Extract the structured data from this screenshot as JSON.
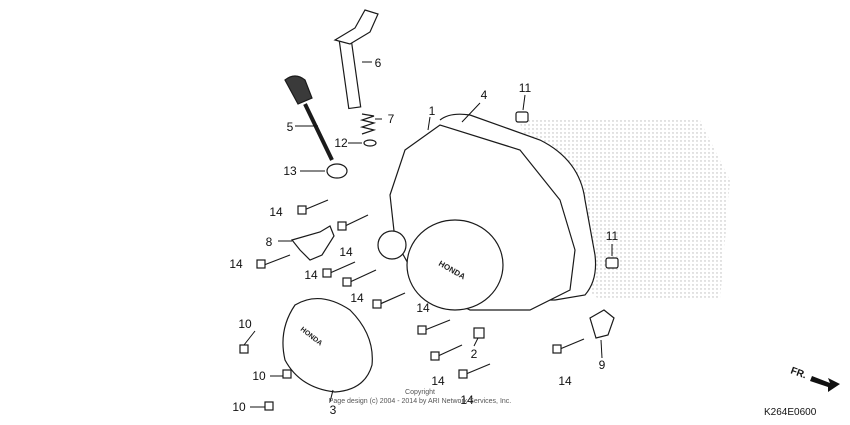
{
  "callouts": [
    {
      "id": "c1",
      "label": "1"
    },
    {
      "id": "c2",
      "label": "2"
    },
    {
      "id": "c3",
      "label": "3"
    },
    {
      "id": "c4",
      "label": "4"
    },
    {
      "id": "c5",
      "label": "5"
    },
    {
      "id": "c6",
      "label": "6"
    },
    {
      "id": "c7",
      "label": "7"
    },
    {
      "id": "c8",
      "label": "8"
    },
    {
      "id": "c9",
      "label": "9"
    },
    {
      "id": "c10a",
      "label": "10"
    },
    {
      "id": "c10b",
      "label": "10"
    },
    {
      "id": "c10c",
      "label": "10"
    },
    {
      "id": "c11a",
      "label": "11"
    },
    {
      "id": "c11b",
      "label": "11"
    },
    {
      "id": "c12",
      "label": "12"
    },
    {
      "id": "c13",
      "label": "13"
    },
    {
      "id": "c14a",
      "label": "14"
    },
    {
      "id": "c14b",
      "label": "14"
    },
    {
      "id": "c14c",
      "label": "14"
    },
    {
      "id": "c14d",
      "label": "14"
    },
    {
      "id": "c14e",
      "label": "14"
    },
    {
      "id": "c14f",
      "label": "14"
    },
    {
      "id": "c14g",
      "label": "14"
    },
    {
      "id": "c14h",
      "label": "14"
    },
    {
      "id": "c14i",
      "label": "14"
    }
  ],
  "copyright": {
    "line1": "Copyright",
    "line2": "Page design (c) 2004 - 2014 by ARI Network Services, Inc."
  },
  "figure_code": "K264E0600",
  "direction_label": "FR."
}
